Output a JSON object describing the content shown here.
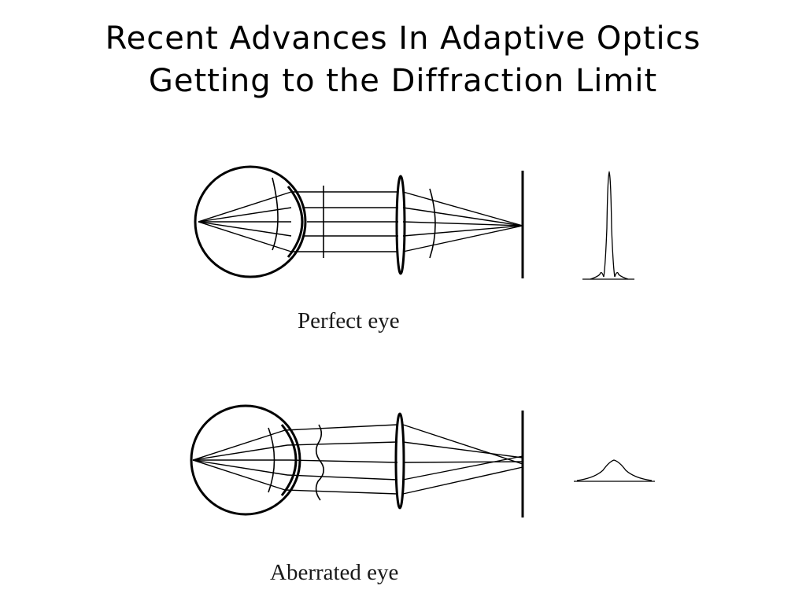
{
  "title": {
    "line1": "Recent Advances In Adaptive Optics",
    "line2": "Getting to the Diffraction Limit"
  },
  "figures": [
    {
      "id": "perfect",
      "caption": "Perfect eye",
      "psf_shape": "narrow diffraction-limited peak"
    },
    {
      "id": "aberrated",
      "caption": "Aberrated eye",
      "psf_shape": "broad blurred bump"
    }
  ],
  "colors": {
    "ink": "#000000",
    "background": "#ffffff"
  }
}
